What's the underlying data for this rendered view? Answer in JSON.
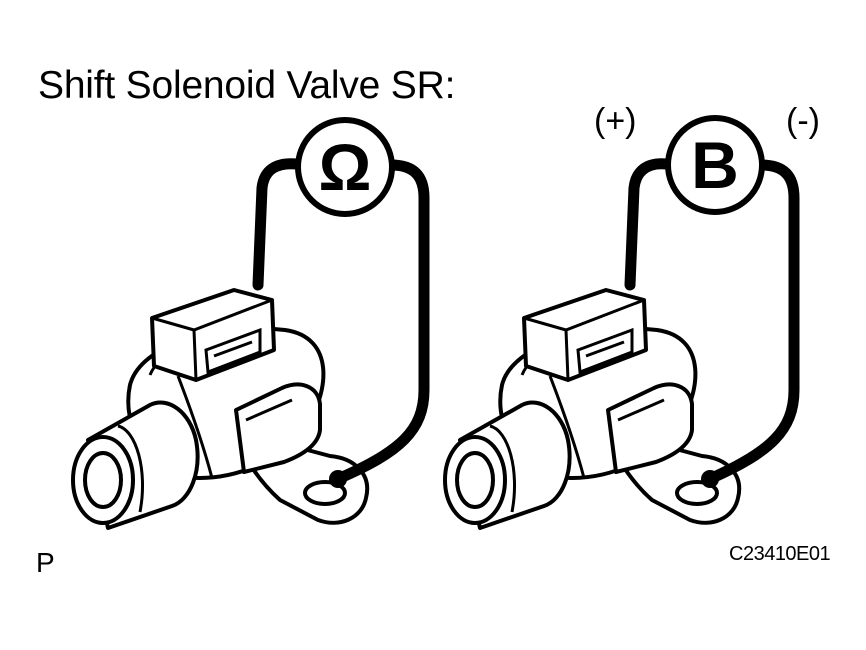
{
  "title": "Shift Solenoid Valve SR:",
  "left_test": {
    "meter_symbol": "Ω",
    "meter_icon": "ohmmeter-icon"
  },
  "right_test": {
    "meter_symbol": "B",
    "meter_icon": "battery-icon",
    "positive_label": "(+)",
    "negative_label": "(-)"
  },
  "corner_label": "P",
  "figure_code": "C23410E01",
  "colors": {
    "ink": "#000000",
    "paper": "#ffffff"
  }
}
